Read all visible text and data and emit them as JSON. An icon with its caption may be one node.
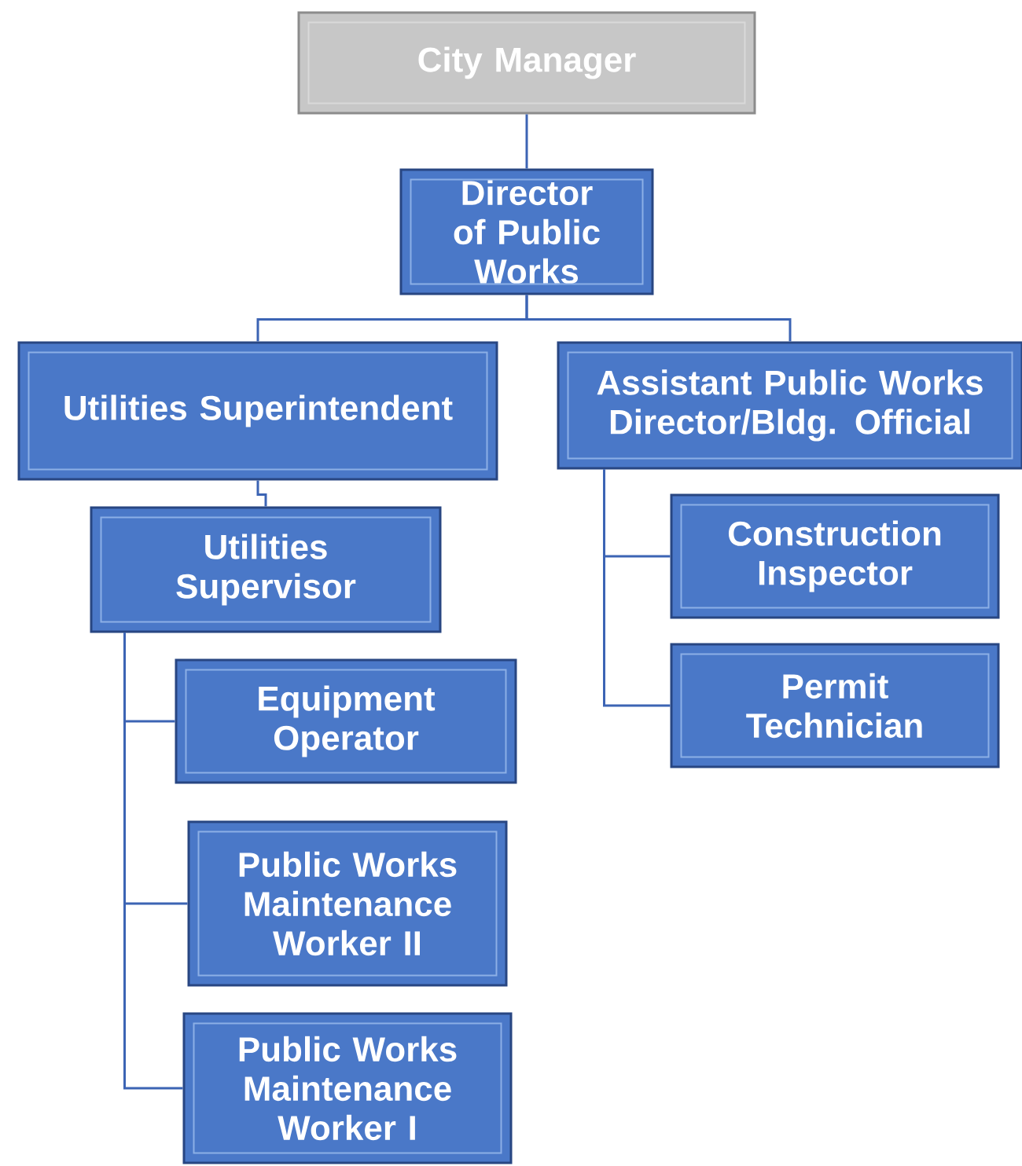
{
  "diagram": {
    "nodes": [
      {
        "text": [
          "City Manager"
        ]
      },
      {
        "text": [
          "Director of Public Works"
        ]
      },
      {
        "text": [
          "Utilities Superintendent"
        ]
      },
      {
        "text": [
          "Assistant Public Works Director/Bldg. Official"
        ]
      },
      {
        "text": [
          "Utilities Supervisor"
        ]
      },
      {
        "text": [
          "Equipment Operator"
        ]
      },
      {
        "text": [
          "Public Works Maintenance Worker II"
        ]
      },
      {
        "text": [
          "Public Works Maintenance Worker I"
        ]
      },
      {
        "text": [
          "Construction Inspector"
        ]
      },
      {
        "text": [
          "Permit Technician"
        ]
      }
    ],
    "edges": [
      {
        "from": 0,
        "to": 1,
        "arrow": "none"
      },
      {
        "from": 1,
        "to": 2,
        "arrow": "none"
      },
      {
        "from": 1,
        "to": 3,
        "arrow": "none"
      },
      {
        "from": 2,
        "to": 4,
        "arrow": "none"
      },
      {
        "from": 4,
        "to": 5,
        "arrow": "none"
      },
      {
        "from": 4,
        "to": 6,
        "arrow": "none"
      },
      {
        "from": 4,
        "to": 7,
        "arrow": "none"
      },
      {
        "from": 3,
        "to": 8,
        "arrow": "none"
      },
      {
        "from": 3,
        "to": 9,
        "arrow": "none"
      }
    ]
  }
}
